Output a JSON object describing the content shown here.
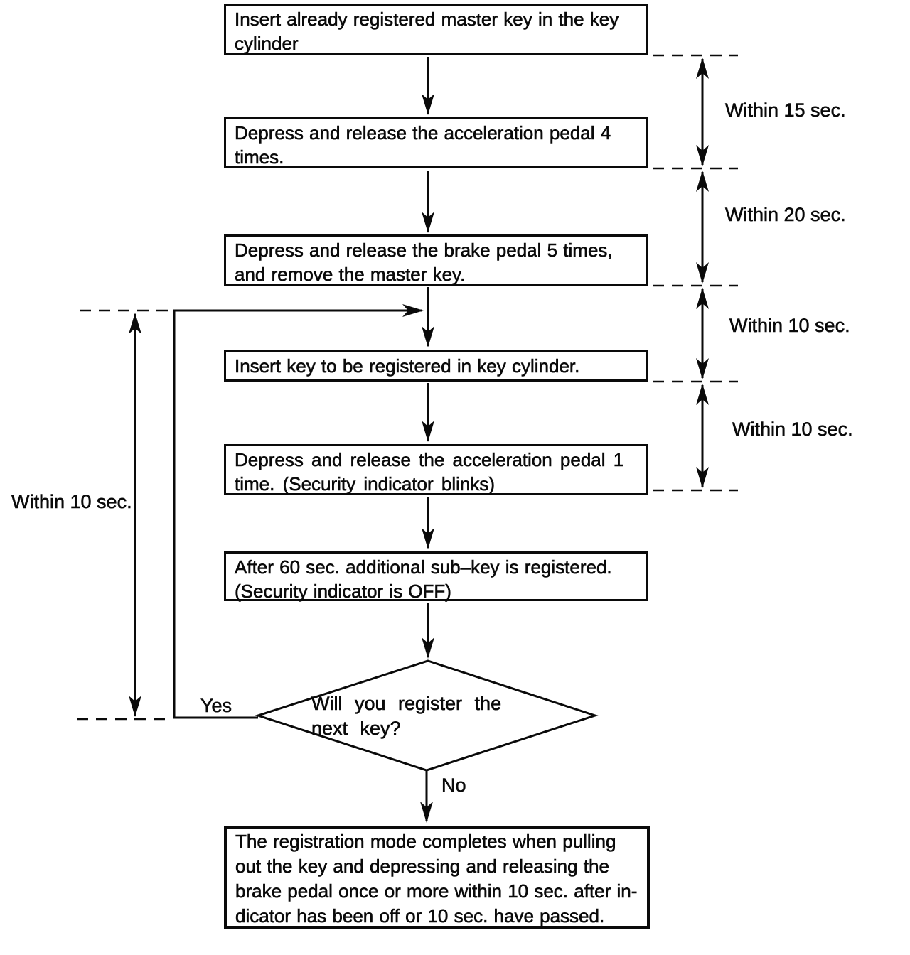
{
  "colors": {
    "ink": "#0a0a0a",
    "background": "#ffffff"
  },
  "steps": [
    {
      "id": "insert-master-key",
      "text": "Insert already registered master key in the key\ncylinder"
    },
    {
      "id": "accel-pedal-4-times",
      "text": "Depress and release the acceleration pedal 4\ntimes."
    },
    {
      "id": "brake-pedal-5-times",
      "text": "Depress and release the brake pedal 5 times,\nand remove the master key."
    },
    {
      "id": "insert-key-to-register",
      "text": "Insert key to be registered in key cylinder."
    },
    {
      "id": "accel-pedal-1-time",
      "text": "Depress and release the acceleration pedal 1\ntime. (Security indicator blinks)"
    },
    {
      "id": "subkey-registered",
      "text": "After 60 sec. additional sub–key is registered.\n(Security indicator is OFF)"
    },
    {
      "id": "registration-complete",
      "text": "The registration mode completes when pulling\nout the key and depressing and releasing the\nbrake pedal once or more within 10 sec. after in-\ndicator has been off or 10 sec. have passed."
    }
  ],
  "decision": {
    "id": "register-next-key",
    "text": "Will you register the\nnext key?",
    "yes_label": "Yes",
    "no_label": "No"
  },
  "timing_annotations": {
    "right": [
      {
        "label": "Within 15 sec."
      },
      {
        "label": "Within 20 sec."
      },
      {
        "label": "Within 10 sec."
      },
      {
        "label": "Within 10 sec."
      }
    ],
    "left": {
      "label": "Within 10 sec."
    }
  }
}
